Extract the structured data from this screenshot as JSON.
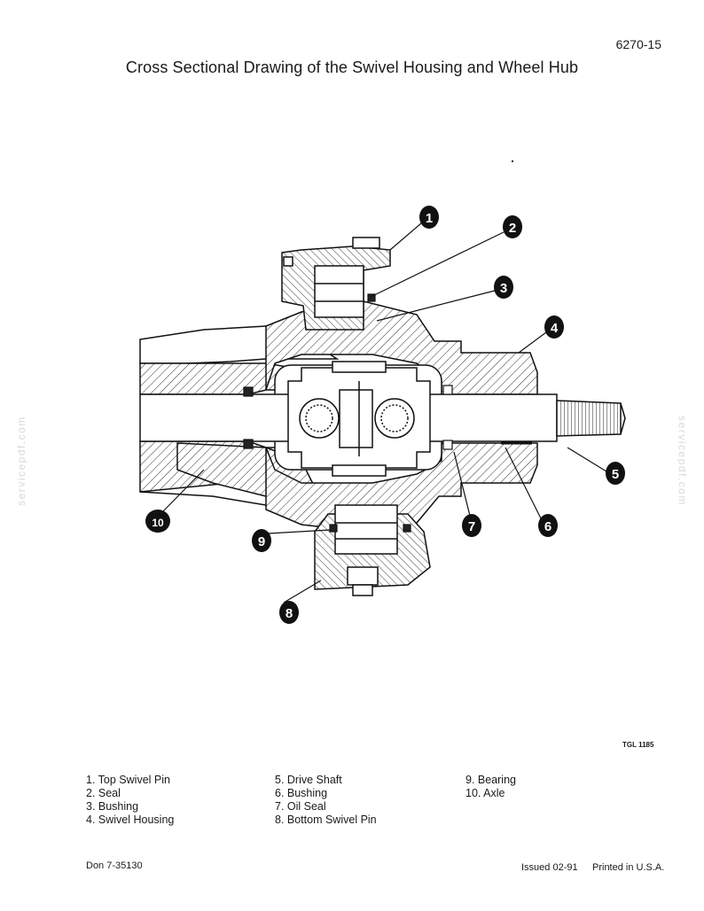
{
  "header": {
    "page_number": "6270-15",
    "title": "Cross Sectional Drawing of the Swivel Housing and Wheel Hub"
  },
  "watermark": {
    "text": "servicepdf.com"
  },
  "figure": {
    "code": "TGL 1185",
    "callouts": [
      "1",
      "2",
      "3",
      "4",
      "5",
      "6",
      "7",
      "8",
      "9",
      "10"
    ]
  },
  "legend": {
    "column1": [
      "1. Top Swivel Pin",
      "2. Seal",
      "3. Bushing",
      "4. Swivel Housing"
    ],
    "column2": [
      "5. Drive Shaft",
      "6. Bushing",
      "7. Oil Seal",
      "8. Bottom Swivel Pin"
    ],
    "column3": [
      "9. Bearing",
      "10. Axle"
    ]
  },
  "footer": {
    "doc_number": "Don 7-35130",
    "issued": "Issued 02-91",
    "printed": "Printed in U.S.A."
  }
}
